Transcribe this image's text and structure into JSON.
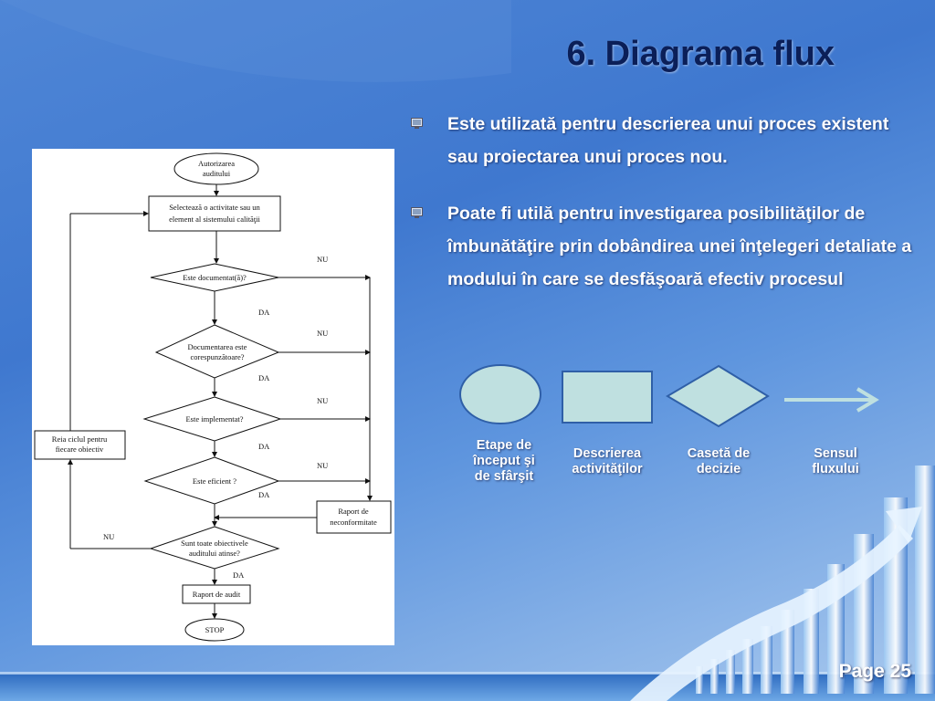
{
  "slide": {
    "title": "6. Diagrama flux",
    "page": "Page 25",
    "bullets": [
      {
        "text": "Este utilizată pentru descrierea unui proces existent sau proiectarea unui proces nou."
      },
      {
        "text": "Poate fi utilă pentru investigarea posibilităţilor de îmbunătăţire prin dobândirea unei înţelegeri detaliate a modului în care se desfăşoară efectiv procesul"
      }
    ],
    "legend": [
      {
        "shape": "ellipse",
        "label_lines": [
          "Etape de",
          "început şi",
          "de sfârşit"
        ]
      },
      {
        "shape": "rectangle",
        "label_lines": [
          "Descrierea",
          "activităţilor"
        ]
      },
      {
        "shape": "diamond",
        "label_lines": [
          "Casetă de",
          "decizie"
        ]
      },
      {
        "shape": "arrow",
        "label_lines": [
          "Sensul",
          "fluxului"
        ]
      }
    ],
    "colors": {
      "title": "#0b1f58",
      "legend_fill": "#bfe0e0",
      "background": "#4a80d4"
    }
  },
  "flowchart": {
    "start_lines": [
      "Autorizarea",
      "auditului"
    ],
    "select_lines": [
      "Selectează o activitate sau un",
      "element al sistemului calităţii"
    ],
    "decision1": "Este documentat(ă)?",
    "decision2_lines": [
      "Documentarea este",
      "corespunzătoare?"
    ],
    "decision3": "Este implementat?",
    "decision4": "Este eficient ?",
    "decision5_lines": [
      "Sunt toate obiectivele",
      "auditului atinse?"
    ],
    "loop_lines": [
      "Reia ciclul pentru",
      "fiecare obiectiv"
    ],
    "nonconf_lines": [
      "Raport de",
      "neconformitate"
    ],
    "report": "Raport de audit",
    "stop": "STOP",
    "yes": "DA",
    "no": "NU"
  }
}
